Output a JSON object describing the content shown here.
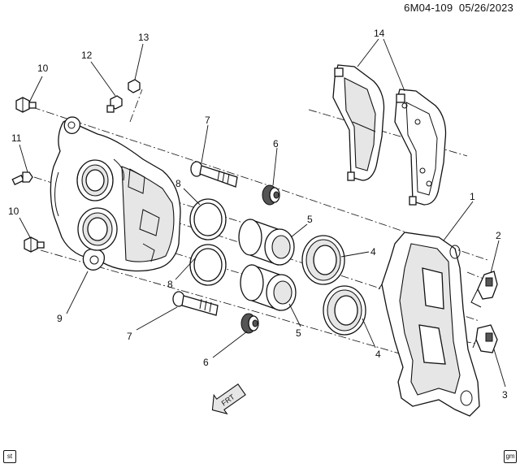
{
  "header": {
    "figure_id": "6M04-109",
    "date": "05/26/2023"
  },
  "direction_label": "FRT",
  "callouts": [
    "1",
    "2",
    "3",
    "4",
    "4",
    "5",
    "5",
    "6",
    "6",
    "7",
    "7",
    "8",
    "8",
    "9",
    "10",
    "10",
    "11",
    "12",
    "13",
    "14"
  ],
  "corner_logos": {
    "left": "st",
    "right": "gm"
  }
}
